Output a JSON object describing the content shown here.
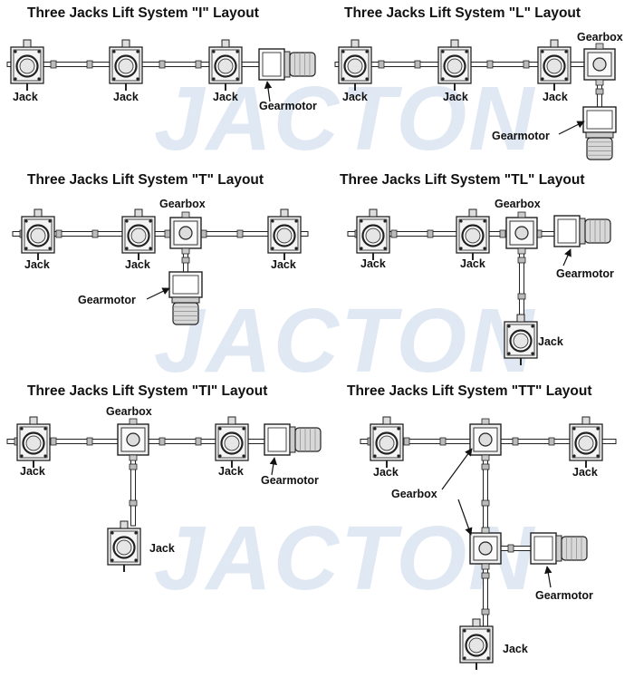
{
  "watermark": "JACTON",
  "panels": [
    {
      "title": "Three Jacks Lift System \"I\" Layout",
      "labels": {
        "jack1": "Jack",
        "jack2": "Jack",
        "jack3": "Jack",
        "gearmotor": "Gearmotor"
      }
    },
    {
      "title": "Three Jacks Lift System \"L\" Layout",
      "labels": {
        "jack1": "Jack",
        "jack2": "Jack",
        "jack3": "Jack",
        "gearbox": "Gearbox",
        "gearmotor": "Gearmotor"
      }
    },
    {
      "title": "Three Jacks Lift System \"T\" Layout",
      "labels": {
        "jack1": "Jack",
        "jack2": "Jack",
        "jack3": "Jack",
        "gearbox": "Gearbox",
        "gearmotor": "Gearmotor"
      }
    },
    {
      "title": "Three Jacks Lift System \"TL\" Layout",
      "labels": {
        "jack1": "Jack",
        "jack2": "Jack",
        "jack3": "Jack",
        "gearbox": "Gearbox",
        "gearmotor": "Gearmotor"
      }
    },
    {
      "title": "Three Jacks Lift System \"TI\" Layout",
      "labels": {
        "jack1": "Jack",
        "jack2": "Jack",
        "jack3": "Jack",
        "gearbox": "Gearbox",
        "gearmotor": "Gearmotor"
      }
    },
    {
      "title": "Three Jacks Lift System \"TT\" Layout",
      "labels": {
        "jack1": "Jack",
        "jack2": "Jack",
        "jack3": "Jack",
        "gearbox": "Gearbox",
        "gearmotor": "Gearmotor"
      }
    }
  ]
}
